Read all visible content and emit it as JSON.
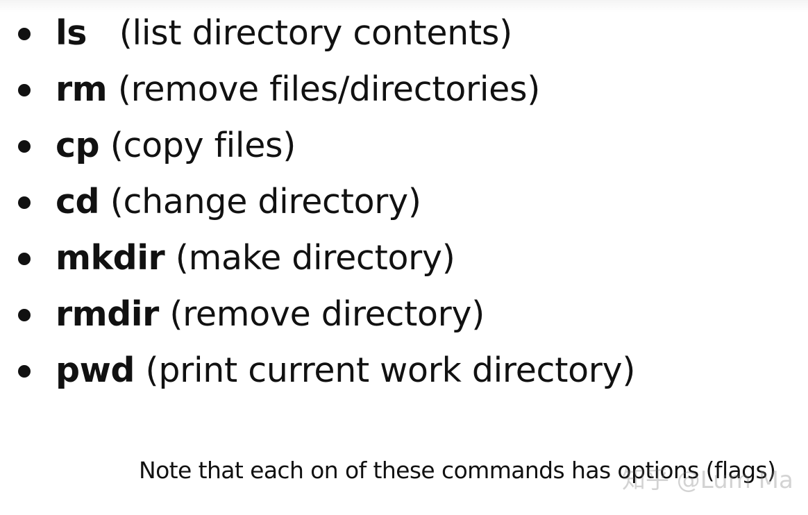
{
  "commands": [
    {
      "cmd": "ls",
      "spacer": "   ",
      "desc": "(list directory contents)"
    },
    {
      "cmd": "rm",
      "spacer": " ",
      "desc": "(remove files/directories)"
    },
    {
      "cmd": "cp",
      "spacer": " ",
      "desc": "(copy files)"
    },
    {
      "cmd": "cd",
      "spacer": " ",
      "desc": "(change directory)"
    },
    {
      "cmd": "mkdir",
      "spacer": " ",
      "desc": "(make directory)"
    },
    {
      "cmd": "rmdir",
      "spacer": " ",
      "desc": "(remove directory)"
    },
    {
      "cmd": "pwd",
      "spacer": " ",
      "desc": "(print current work directory)"
    }
  ],
  "note": "Note that each on of these commands has options (flags)",
  "watermark": "知乎 @Lum Ma"
}
